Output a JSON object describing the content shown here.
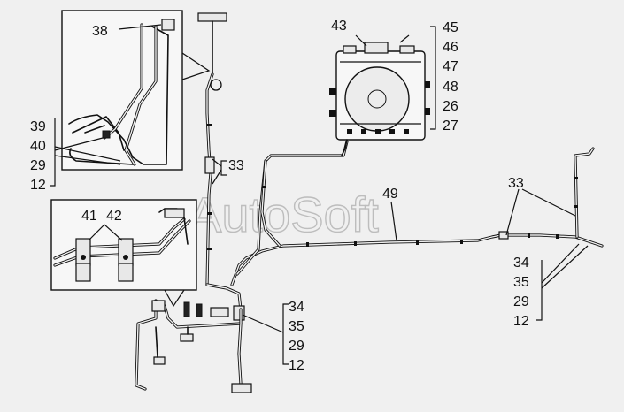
{
  "watermark": "AutoSoft",
  "callouts": {
    "c38": "38",
    "c39": "39",
    "c40": "40",
    "c29a": "29",
    "c12a": "12",
    "c33a": "33",
    "c41": "41",
    "c42": "42",
    "c43": "43",
    "c45": "45",
    "c46": "46",
    "c47": "47",
    "c48": "48",
    "c26": "26",
    "c27": "27",
    "c49": "49",
    "c33b": "33",
    "c34a": "34",
    "c35a": "35",
    "c29b": "29",
    "c12b": "12",
    "c34b": "34",
    "c35b": "35",
    "c29c": "29",
    "c12c": "12"
  }
}
